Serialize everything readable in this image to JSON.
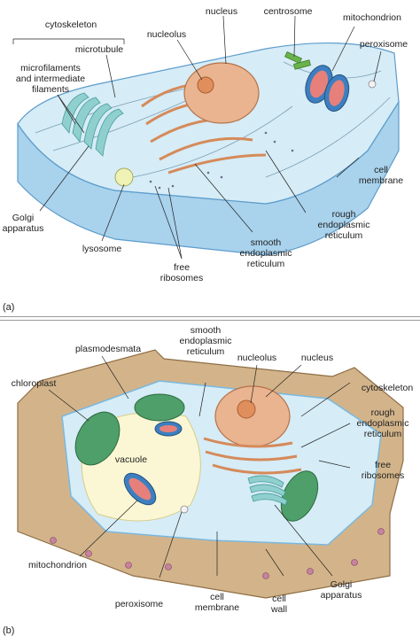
{
  "panel_a": {
    "letter": "(a)",
    "labels": {
      "cytoskeleton": "cytoskeleton",
      "microtubule": "microtubule",
      "microfilaments": "microfilaments\nand intermediate\nfilaments",
      "nucleolus": "nucleolus",
      "nucleus": "nucleus",
      "centrosome": "centrosome",
      "mitochondrion": "mitochondrion",
      "peroxisome": "peroxisome",
      "cell_membrane": "cell\nmembrane",
      "rough_er": "rough\nendoplasmic\nreticulum",
      "smooth_er": "smooth\nendoplasmic\nreticulum",
      "golgi": "Golgi\napparatus",
      "lysosome": "lysosome",
      "free_ribosomes": "free\nribosomes"
    }
  },
  "panel_b": {
    "letter": "(b)",
    "labels": {
      "smooth_er": "smooth\nendoplasmic\nreticulum",
      "nucleolus": "nucleolus",
      "nucleus": "nucleus",
      "plasmodesmata": "plasmodesmata",
      "chloroplast": "chloroplast",
      "cytoskeleton": "cytoskeleton",
      "rough_er": "rough\nendoplasmic\nreticulum",
      "vacuole": "vacuole",
      "free_ribosomes": "free\nribosomes",
      "mitochondrion": "mitochondrion",
      "peroxisome": "peroxisome",
      "cell_membrane": "cell\nmembrane",
      "cell_wall": "cell\nwall",
      "golgi": "Golgi\napparatus"
    }
  },
  "colors": {
    "cytoplasm": "#d6ecf6",
    "membrane": "#a9d2ec",
    "membrane_dark": "#7ab8df",
    "nucleus": "#e9b48f",
    "nucleolus": "#e08f5c",
    "golgi": "#8fd0cf",
    "mito": "#3d7fc0",
    "mito_inner": "#e7807a",
    "chloroplast": "#4e9f6a",
    "wall": "#d3b48a",
    "vacuole": "#fbf7d4",
    "centrosome": "#6ab34a",
    "leader": "#222222"
  }
}
